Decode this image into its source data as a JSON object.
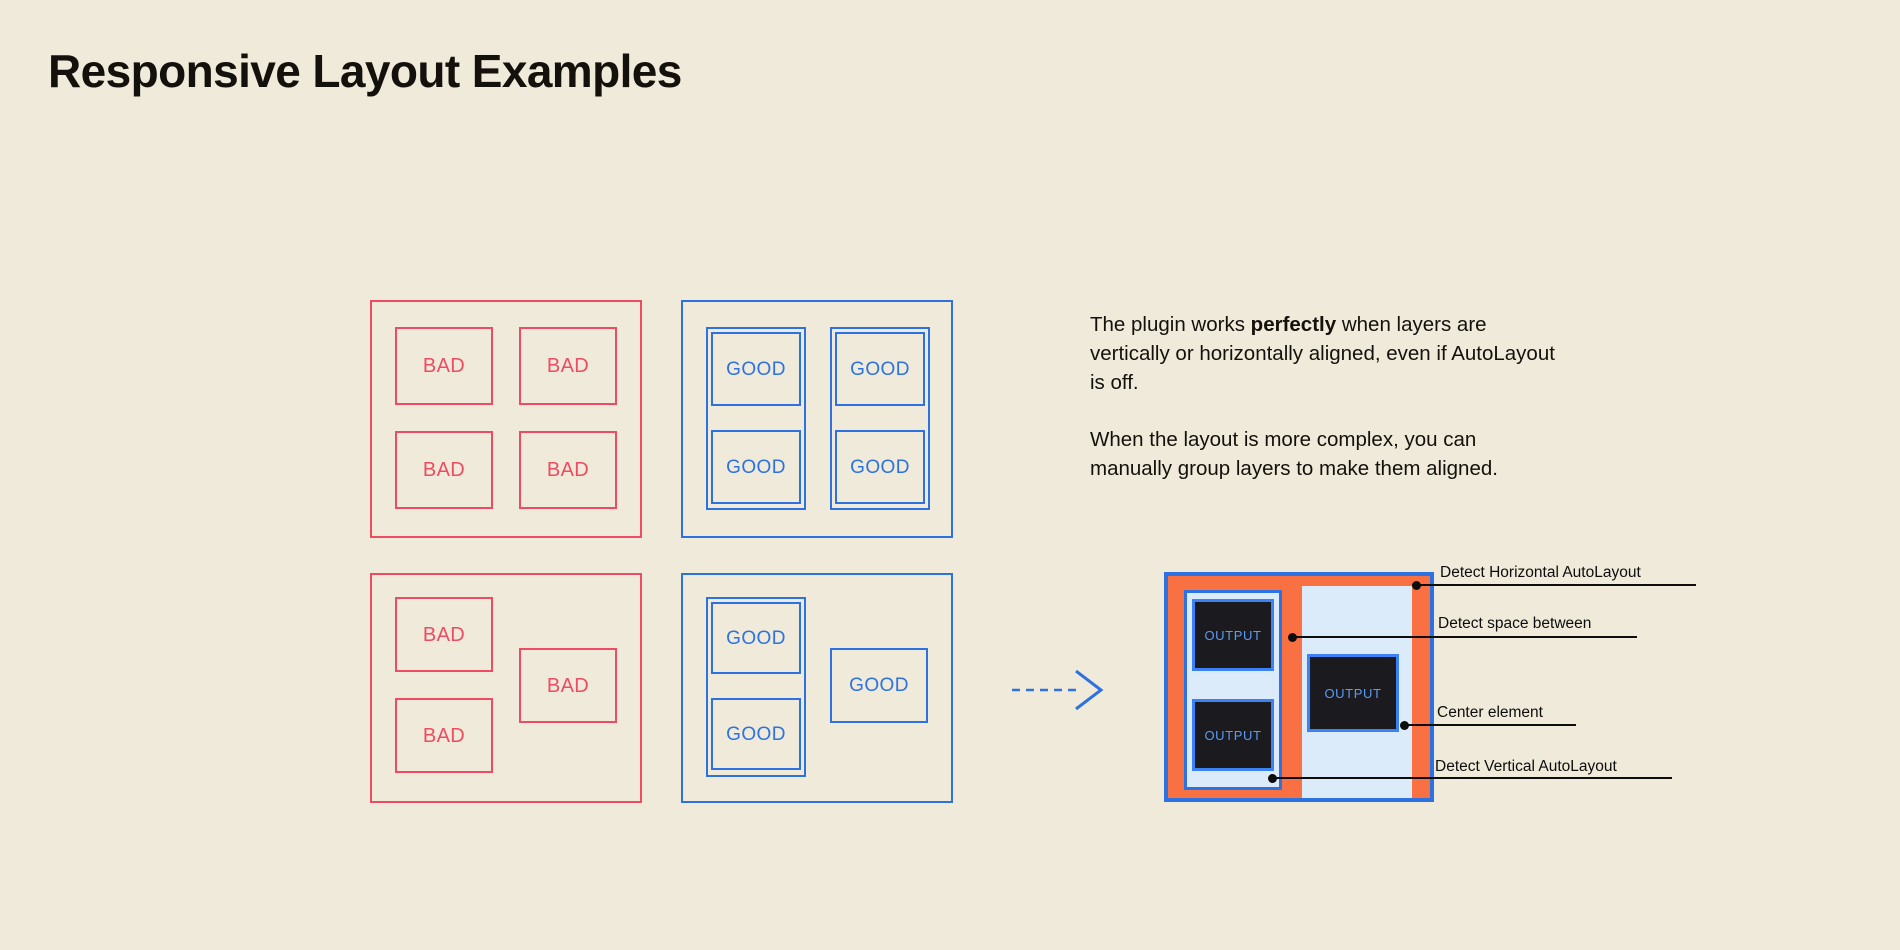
{
  "page": {
    "title": "Responsive Layout Examples",
    "background_color": "#F0EADA"
  },
  "colors": {
    "bad": "#EF4B62",
    "good": "#2C72E0",
    "ink": "#14110C",
    "mock_fill": "#F97043",
    "mock_panel": "#DCEBFA",
    "output_fill": "#1B1B1F",
    "output_text": "#5B9BF8"
  },
  "examples": {
    "bad_grid": {
      "kind": "bad",
      "cells": [
        {
          "label": "BAD"
        },
        {
          "label": "BAD"
        },
        {
          "label": "BAD"
        },
        {
          "label": "BAD"
        }
      ]
    },
    "good_grid": {
      "kind": "good",
      "cells": [
        {
          "label": "GOOD"
        },
        {
          "label": "GOOD"
        },
        {
          "label": "GOOD"
        },
        {
          "label": "GOOD"
        }
      ]
    },
    "bad_complex": {
      "kind": "bad",
      "cells": [
        {
          "label": "BAD"
        },
        {
          "label": "BAD"
        },
        {
          "label": "BAD"
        }
      ]
    },
    "good_complex": {
      "kind": "good",
      "cells": [
        {
          "label": "GOOD"
        },
        {
          "label": "GOOD"
        },
        {
          "label": "GOOD"
        }
      ]
    }
  },
  "arrow": {
    "icon": "dashed-arrow-right-icon",
    "color": "#2C72E0",
    "style": "dashed"
  },
  "description": {
    "paragraph_1_before": "The plugin works ",
    "paragraph_1_bold": "perfectly",
    "paragraph_1_after": " when layers are vertically or horizontally aligned, even if AutoLayout is off.",
    "paragraph_2": "When the layout is more complex, you can manually group layers to make them aligned."
  },
  "result_mock": {
    "outputs": [
      {
        "label": "OUTPUT"
      },
      {
        "label": "OUTPUT"
      },
      {
        "label": "OUTPUT"
      }
    ]
  },
  "callouts": [
    {
      "label": "Detect Horizontal AutoLayout"
    },
    {
      "label": "Detect space between"
    },
    {
      "label": "Center element"
    },
    {
      "label": "Detect Vertical AutoLayout"
    }
  ]
}
